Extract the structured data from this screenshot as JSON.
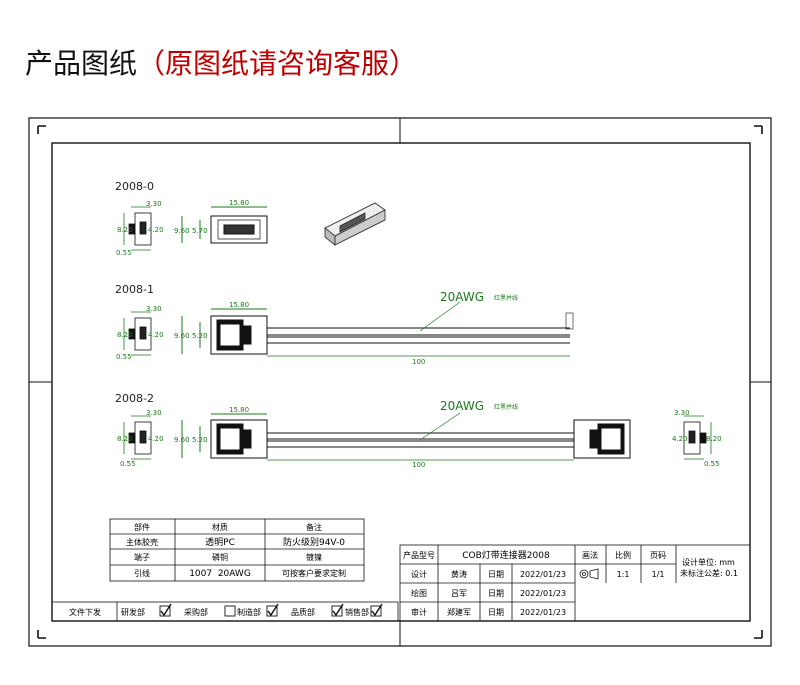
{
  "heading": {
    "main": "产品图纸",
    "note": "（原图纸请咨询客服）",
    "note_color": "#c00000"
  },
  "variants": [
    {
      "label": "2008-0",
      "dims": {
        "w": "3.30",
        "h1": "8.20",
        "h2": "4.20",
        "base": "0.55",
        "len": "15.80",
        "side1": "9.60",
        "side2": "5.70"
      }
    },
    {
      "label": "2008-1",
      "dims": {
        "w": "3.30",
        "h1": "8.20",
        "h2": "4.20",
        "base": "0.55",
        "len": "15.80",
        "side1": "9.60",
        "side2": "5.20",
        "wire_len": "100",
        "wire": "20AWG",
        "wire_note": "红黑并线"
      }
    },
    {
      "label": "2008-2",
      "dims": {
        "w": "3.30",
        "h1": "8.20",
        "h2": "4.20",
        "base": "0.55",
        "len": "15.80",
        "side1": "9.60",
        "side2": "5.20",
        "wire_len": "100",
        "wire": "20AWG",
        "wire_note": "红黑并线"
      }
    }
  ],
  "parts_table": {
    "headers": [
      "部件",
      "材质",
      "备注"
    ],
    "rows": [
      [
        "主体胶壳",
        "透明PC",
        "防火级别94V-0"
      ],
      [
        "端子",
        "磷铜",
        "镀镍"
      ],
      [
        "引线",
        "1007  20AWG",
        "可按客户要求定制"
      ]
    ]
  },
  "approvals": {
    "label": "文件下发",
    "items": [
      "研发部",
      "采购部",
      "制造部",
      "品质部",
      "销售部"
    ],
    "checked": [
      true,
      false,
      true,
      true,
      true
    ]
  },
  "title_block": {
    "product_model_label": "产品型号",
    "product_model": "COB灯带连接器2008",
    "projection_label": "画法",
    "scale_label": "比例",
    "page_label": "页码",
    "scale": "1:1",
    "page": "1/1",
    "unit_note": "设计单位: mm",
    "tolerance_note": "未标注公差: 0.1",
    "rows": [
      {
        "role": "设计",
        "name": "黄涛",
        "date_label": "日期",
        "date": "2022/01/23"
      },
      {
        "role": "绘图",
        "name": "吕军",
        "date_label": "日期",
        "date": "2022/01/23"
      },
      {
        "role": "审计",
        "name": "郑建军",
        "date_label": "日期",
        "date": "2022/01/23"
      }
    ]
  }
}
